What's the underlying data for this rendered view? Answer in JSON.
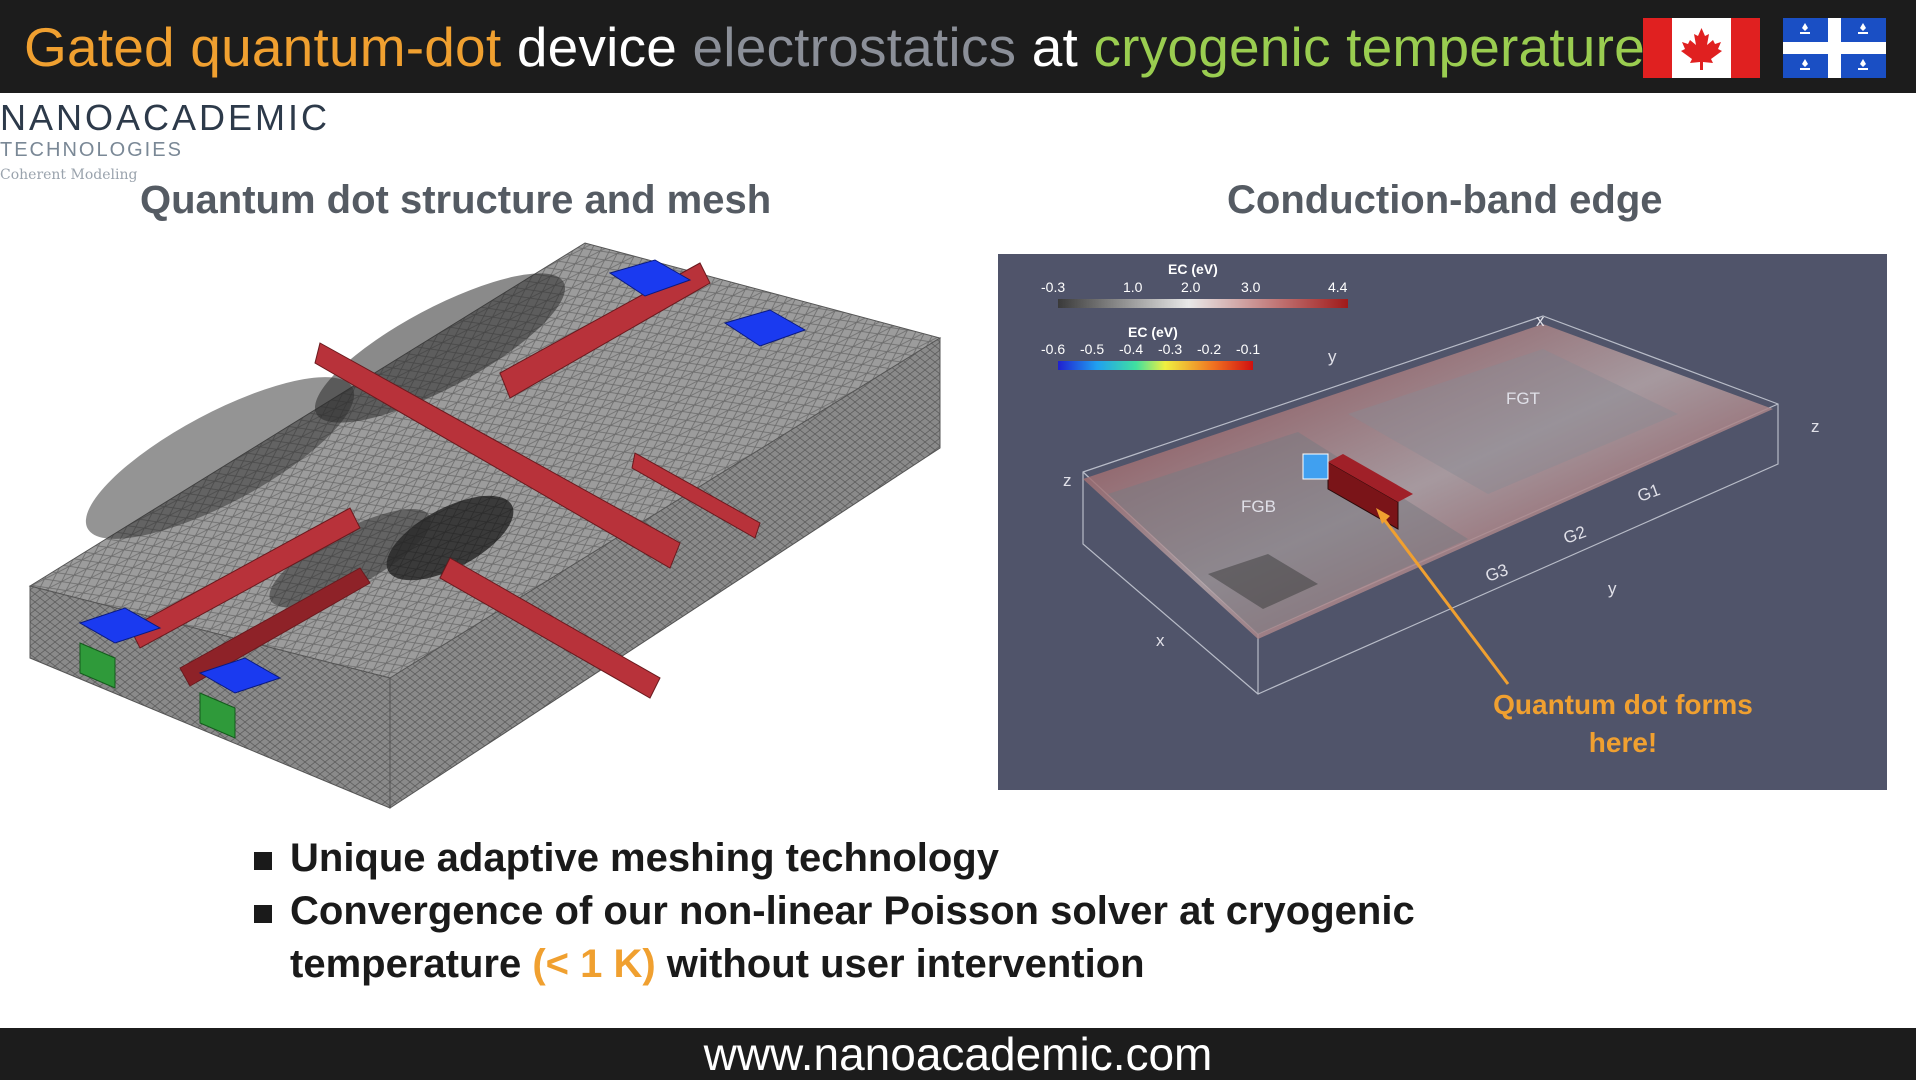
{
  "header": {
    "title_parts": [
      {
        "text": "Gated quantum-dot",
        "color": "#f0a030"
      },
      {
        "text": "device",
        "color": "#ffffff"
      },
      {
        "text": "electrostatics",
        "color": "#8b8f98"
      },
      {
        "text": "at",
        "color": "#ffffff"
      },
      {
        "text": "cryogenic temperature",
        "color": "#9acd50"
      }
    ],
    "flags": [
      "canada-flag-icon",
      "quebec-flag-icon"
    ]
  },
  "logo": {
    "line1": "NANOACADEMIC",
    "line2": "TECHNOLOGIES",
    "tagline": "Coherent Modeling"
  },
  "left_panel": {
    "title": "Quantum dot structure and mesh"
  },
  "right_panel": {
    "title": "Conduction-band edge",
    "colorbar1": {
      "label": "EC (eV)",
      "ticks": [
        "-0.3",
        "1.0",
        "2.0",
        "3.0",
        "4.4"
      ]
    },
    "colorbar2": {
      "label": "EC (eV)",
      "ticks": [
        "-0.6",
        "-0.5",
        "-0.4",
        "-0.3",
        "-0.2",
        "-0.1"
      ]
    },
    "axis_labels": {
      "x_top": "x",
      "y_top": "y",
      "z_right": "z",
      "z_left": "z",
      "x_bottom": "x",
      "y_bottom": "y"
    },
    "gate_labels": {
      "fgt": "FGT",
      "fgb": "FGB",
      "g1": "G1",
      "g2": "G2",
      "g3": "G3"
    },
    "annotation_line1": "Quantum dot forms",
    "annotation_line2": "here!"
  },
  "bullets": {
    "item1": "Unique adaptive meshing technology",
    "item2_part1": "Convergence of our non-linear Poisson solver at cryogenic",
    "item2_part2a": "temperature ",
    "item2_highlight": "(< 1 K)",
    "item2_part2b": " without user intervention",
    "highlight_color": "#f0a030"
  },
  "footer": {
    "url": "www.nanoacademic.com"
  }
}
